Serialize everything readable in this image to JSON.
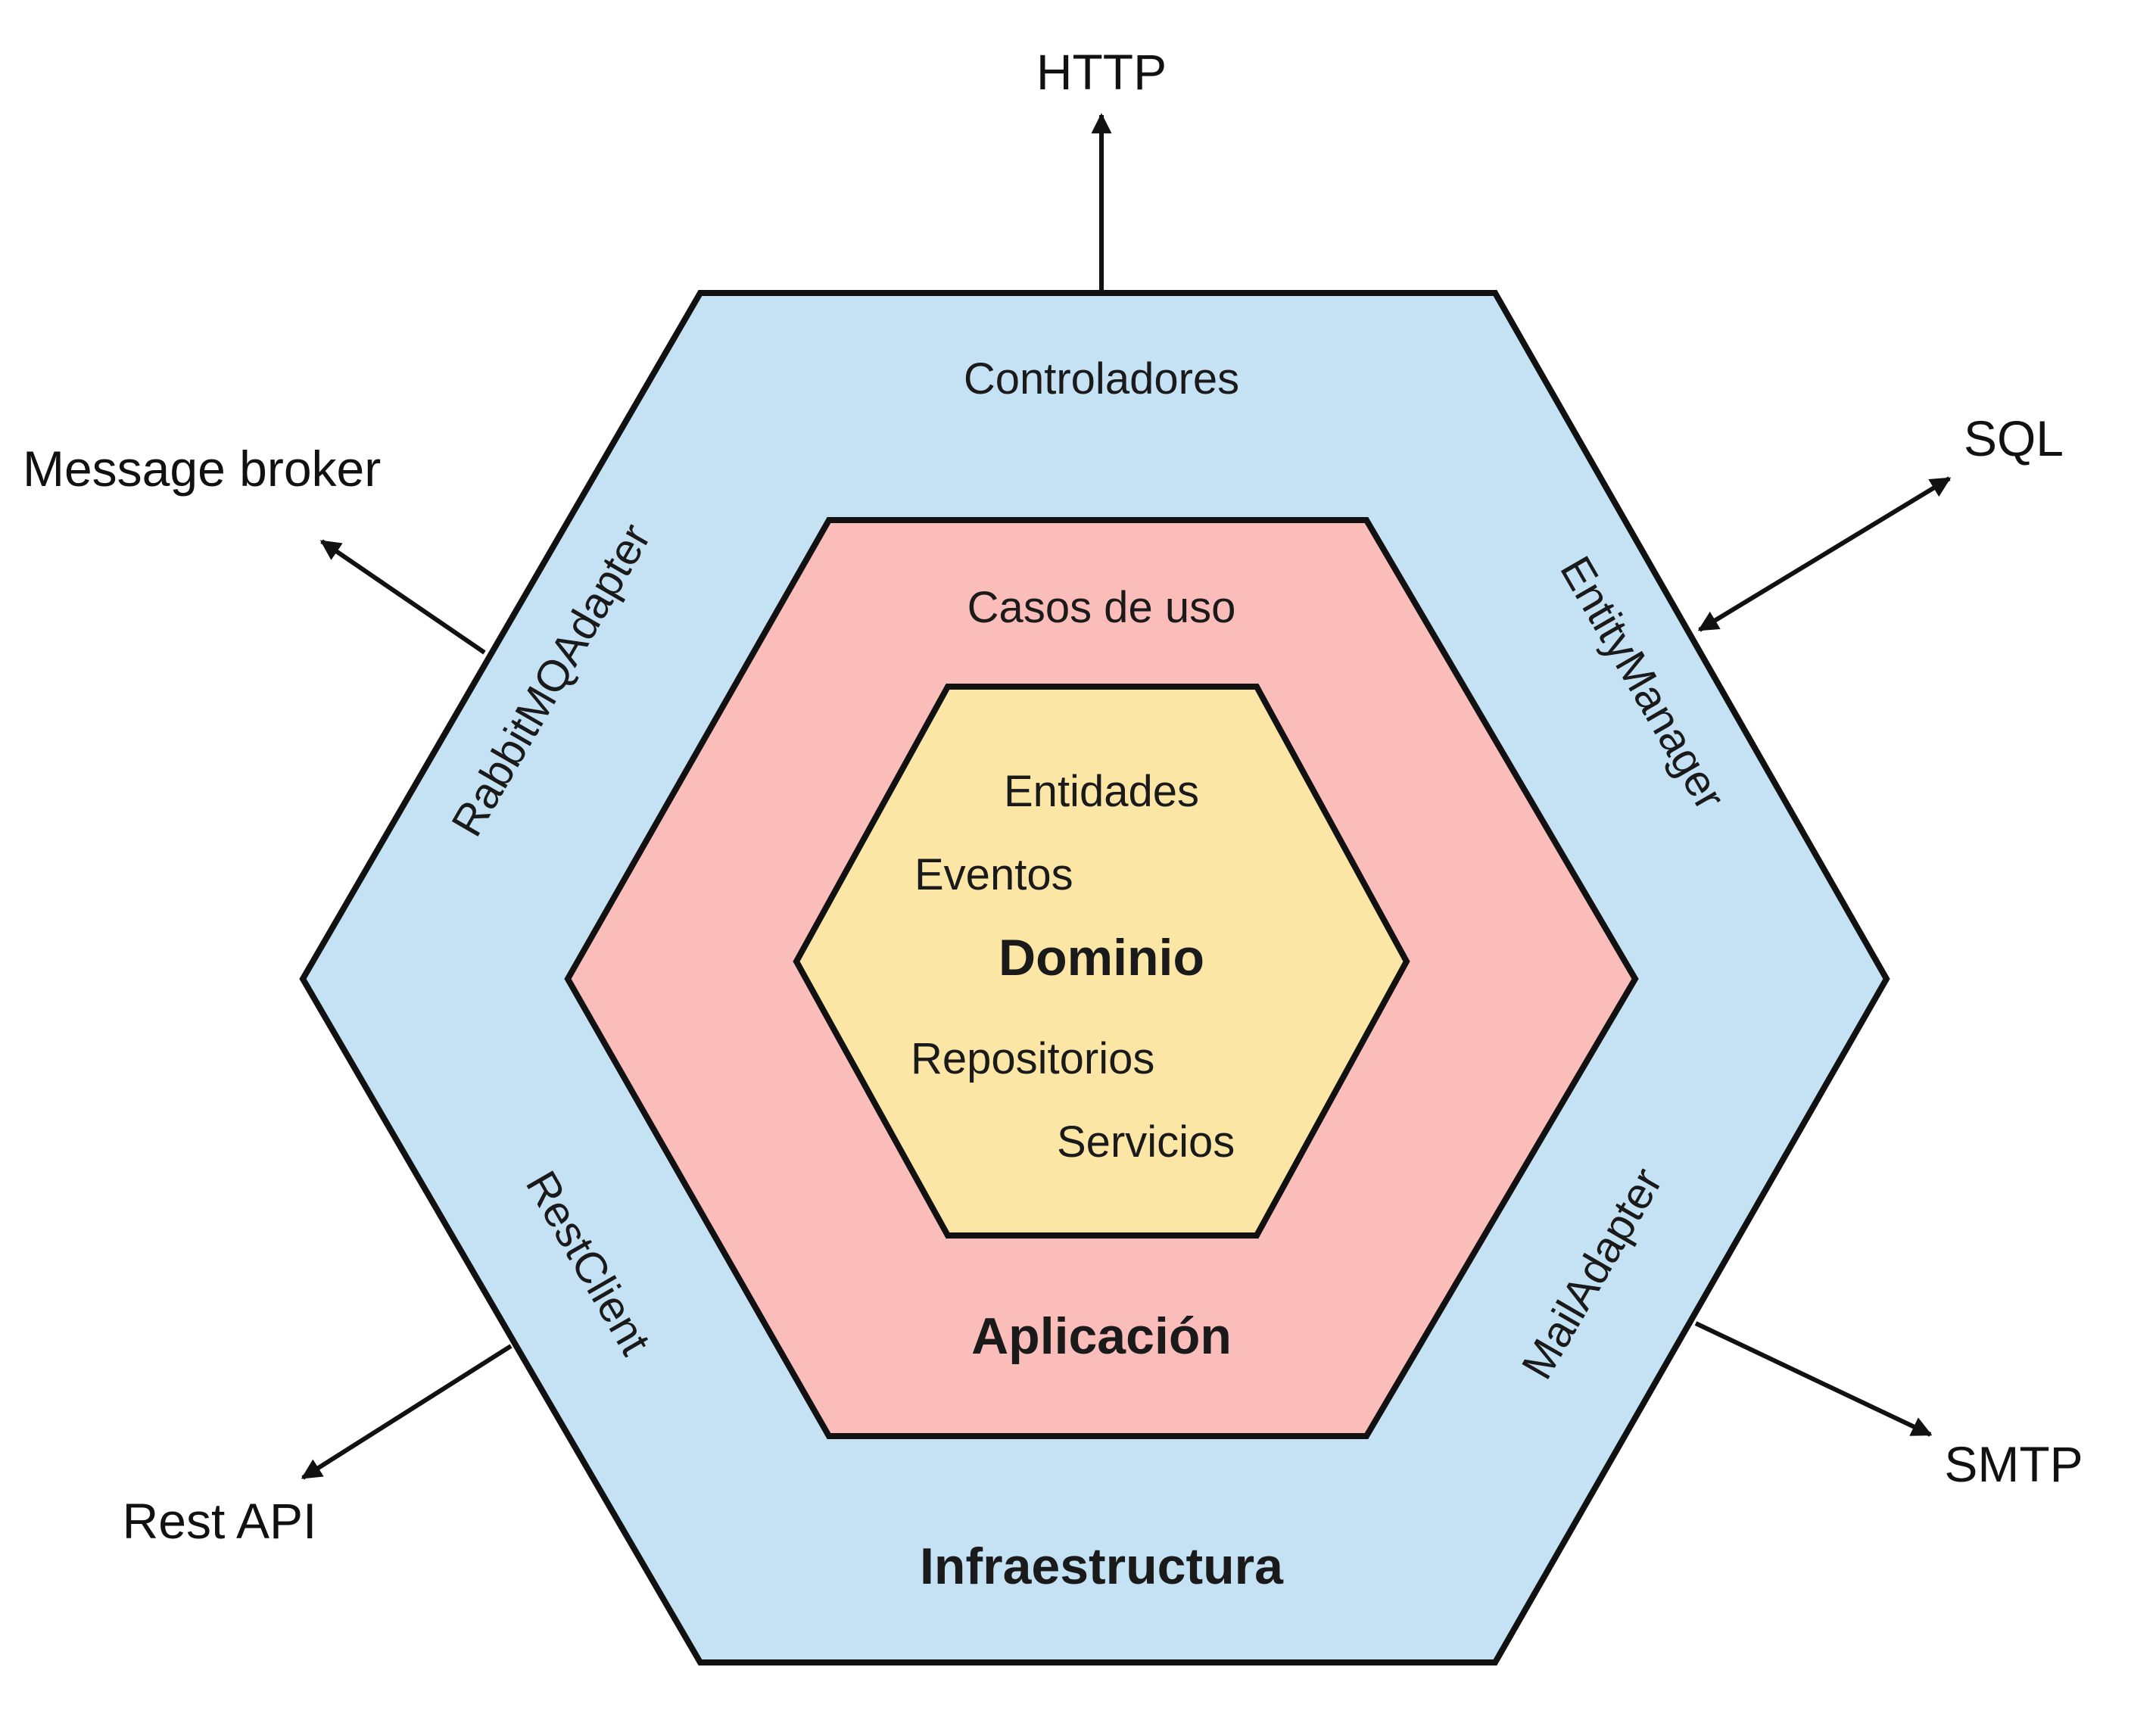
{
  "colors": {
    "outer_fill": "#c5e2f5",
    "middle_fill": "#fbbdb9",
    "inner_fill": "#fbe6a6",
    "stroke": "#111111"
  },
  "layers": {
    "outer": {
      "title": "Infraestructura",
      "top_label": "Controladores",
      "upper_left_label": "RabbitMQAdapter",
      "upper_right_label": "EntityManager",
      "lower_left_label": "RestClient",
      "lower_right_label": "MailAdapter"
    },
    "middle": {
      "title": "Aplicación",
      "top_label": "Casos de uso"
    },
    "inner": {
      "title": "Dominio",
      "items": [
        "Entidades",
        "Eventos",
        "Repositorios",
        "Servicios"
      ]
    }
  },
  "external": {
    "top": "HTTP",
    "upper_left": "Message broker",
    "upper_right": "SQL",
    "lower_left": "Rest API",
    "lower_right": "SMTP"
  }
}
